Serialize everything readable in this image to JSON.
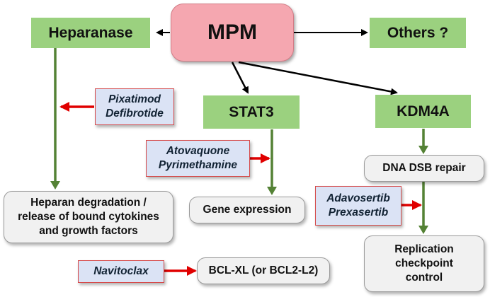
{
  "nodes": {
    "mpm": "MPM",
    "heparanase": "Heparanase",
    "others": "Others ?",
    "stat3": "STAT3",
    "kdm4a": "KDM4A",
    "heparan_degradation": [
      "Heparan degradation /",
      "release of bound cytokines",
      "and growth factors"
    ],
    "gene_expression": "Gene expression",
    "dna_dsb_repair": "DNA DSB repair",
    "replication_checkpoint": [
      "Replication",
      "checkpoint",
      "control"
    ],
    "bcl_xl": "BCL-XL (or BCL2-L2)"
  },
  "drugs": {
    "heparanase_inhibitors": [
      "Pixatimod",
      "Defibrotide"
    ],
    "stat3_inhibitors": [
      "Atovaquone",
      "Pyrimethamine"
    ],
    "checkpoint_inhibitors": [
      "Adavosertib",
      "Prexasertib"
    ],
    "bcl_inhibitor": "Navitoclax"
  },
  "colors": {
    "green_box": "#9bd17f",
    "green_arrow": "#548235",
    "pink_box": "#f5a7b0",
    "drug_box": "#dbe3f5",
    "inhibit_arrow": "#e00000",
    "black_arrow": "#000000",
    "grey_box": "#f1f1f1"
  }
}
